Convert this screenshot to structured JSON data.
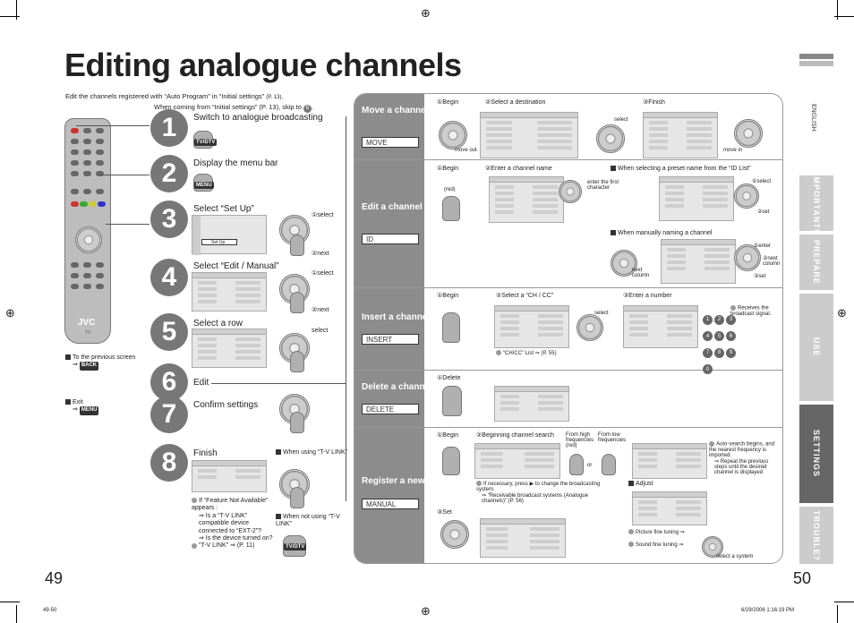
{
  "title": "Editing analogue channels",
  "intro": {
    "line1": "Edit the channels registered with “Auto Program” in “Initial settings”",
    "line1_ref": "(P. 13).",
    "line2": "When coming from “Initial settings” (P. 13), skip to",
    "line2_ref": "6",
    "line2_end": "."
  },
  "steps": [
    {
      "num": "1",
      "label": "Switch to analogue broadcasting",
      "button": "TV/DTV"
    },
    {
      "num": "2",
      "label": "Display the menu bar",
      "button": "MENU"
    },
    {
      "num": "3",
      "label": "Select “Set Up”",
      "annot1": "①select",
      "annot2": "②next"
    },
    {
      "num": "4",
      "label": "Select “Edit / Manual”",
      "annot1": "①select",
      "annot2": "②next"
    },
    {
      "num": "5",
      "label": "Select a row",
      "annot1": "select"
    },
    {
      "num": "6",
      "label": "Edit"
    },
    {
      "num": "7",
      "label": "Confirm settings"
    },
    {
      "num": "8",
      "label": "Finish"
    }
  ],
  "step3_screen": {
    "item": "Set Up"
  },
  "remote_brand": "JVC",
  "remote_sub": "TV",
  "notes_left": {
    "back_label": "To the previous screen",
    "back_button": "BACK",
    "exit_label": "Exit",
    "exit_button": "MENU"
  },
  "finish_notes": {
    "using_tvlink": "When using “T-V LINK”",
    "not_using_tvlink": "When not using “T-V LINK”",
    "not_using_button": "TV/DTV",
    "fna_1": "If “Feature Not Available” appears :",
    "fna_2": "⇒ Is a “T-V LINK” compatible device connected to “EXT-2”?",
    "fna_3": "⇒ Is the device turned on?",
    "fna_4": "“T-V LINK” ⇒ (P. 11)"
  },
  "sections": [
    {
      "name": "Move a channel’s position",
      "code": "MOVE"
    },
    {
      "name": "Edit a channel name",
      "code": "ID"
    },
    {
      "name": "Insert a channel",
      "code": "INSERT"
    },
    {
      "name": "Delete a channel",
      "code": "DELETE"
    },
    {
      "name": "Register a new channel",
      "code": "MANUAL"
    }
  ],
  "move": {
    "begin": "①Begin",
    "dest": "②Select a destination",
    "finish": "③Finish",
    "move_out": "move out",
    "select": "select",
    "move_in": "move in"
  },
  "edit": {
    "begin": "①Begin",
    "enter_name": "②Enter a channel name",
    "preset": "When selecting a preset name from the “ID List”",
    "red": "(red)",
    "enter_first": "enter the first character",
    "sel1": "①select",
    "set2": "②set",
    "manual": "When manually naming a channel",
    "enter1": "①enter",
    "next2": "②next column",
    "set3": "③set",
    "next_col": "next column"
  },
  "insert": {
    "begin": "①Begin",
    "select_ch": "②Select a “CH / CC”",
    "enter_num": "③Enter a number",
    "select": "select",
    "chcc_list": "“CH/CC” List ⇒ (P. 55)",
    "receives": "Receives the broadcast signal."
  },
  "delete": {
    "step": "①Delete"
  },
  "register": {
    "begin": "①Begin",
    "search": "②Beginning channel search",
    "from_high": "From high frequencies (red)",
    "from_low": "From low frequencies",
    "or": "or",
    "auto_search": "Auto-search begins, and the nearest frequency is imported.",
    "repeat": "⇒ Repeat the previous steps until the desired channel is displayed",
    "if_necessary": "If necessary, press ▶ to change the broadcasting system.",
    "receivable": "⇒ “Receivable broadcast systems (Analogue channels)” (P. 56)",
    "adjust": "Adjust",
    "set": "③Set",
    "picture_fine": "Picture fine tuning ⇒",
    "sound_fine": "Sound fine tuning ⇒",
    "select_system": "select a system"
  },
  "side_tabs": {
    "english": "ENGLISH",
    "important": "IMPORTANT!",
    "prepare": "PREPARE",
    "use": "USE",
    "settings": "SETTINGS",
    "trouble": "TROUBLE?"
  },
  "page_left": "49",
  "page_right": "50",
  "footer_left": "49-50",
  "footer_right": "6/29/2006   1:16:19 PM",
  "colors": {
    "section_bg": "#8c8c8c",
    "tab_inactive": "#cccccc",
    "tab_active": "#666666"
  }
}
